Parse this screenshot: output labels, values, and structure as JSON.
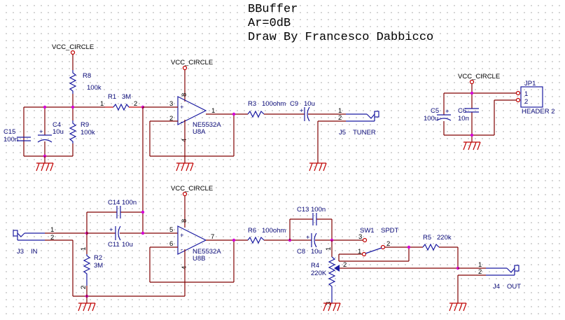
{
  "title": {
    "line1": "BBuffer",
    "line2": "Ar=0dB",
    "line3": "Draw By Francesco Dabbicco"
  },
  "power_net": "VCC_CIRCLE",
  "components": {
    "R8": {
      "ref": "R8",
      "value": "100k"
    },
    "R9": {
      "ref": "R9",
      "value": "100k"
    },
    "R1": {
      "ref": "R1",
      "value": "3M",
      "pin1": "1",
      "pin2": "2"
    },
    "C4": {
      "ref": "C4",
      "value": "10u"
    },
    "C15": {
      "ref": "C15",
      "value": "100n"
    },
    "U8A": {
      "ref": "U8A",
      "part": "NE5532A",
      "pin_plus": "3",
      "pin_minus": "2",
      "pin_out": "1",
      "pin_vcc": "8",
      "pin_gnd": "4"
    },
    "R3": {
      "ref": "R3",
      "value": "100ohm"
    },
    "C9": {
      "ref": "C9",
      "value": "10u"
    },
    "J5": {
      "ref": "J5",
      "value": "TUNER",
      "pin1": "1",
      "pin2": "2"
    },
    "C5": {
      "ref": "C5",
      "value": "100u"
    },
    "C6": {
      "ref": "C6",
      "value": "10n"
    },
    "JP1": {
      "ref": "JP1",
      "value": "HEADER 2",
      "pin1": "1",
      "pin2": "2"
    },
    "J3": {
      "ref": "J3",
      "value": "IN",
      "pin1": "1",
      "pin2": "2"
    },
    "C14": {
      "ref": "C14",
      "value": "100n"
    },
    "C11": {
      "ref": "C11",
      "value": "10u"
    },
    "R2": {
      "ref": "R2",
      "value": "3M",
      "pin1": "1",
      "pin2": "2"
    },
    "U8B": {
      "ref": "U8B",
      "part": "NE5532A",
      "pin_plus": "5",
      "pin_minus": "6",
      "pin_out": "7",
      "pin_vcc": "8",
      "pin_gnd": "4"
    },
    "R6": {
      "ref": "R6",
      "value": "100ohm"
    },
    "C13": {
      "ref": "C13",
      "value": "100n"
    },
    "C8": {
      "ref": "C8",
      "value": "10u"
    },
    "SW1": {
      "ref": "SW1",
      "value": "SPDT",
      "pin1": "1",
      "pin2": "2",
      "pin3": "3"
    },
    "R4": {
      "ref": "R4",
      "value": "220K",
      "pin1": "1",
      "pin2": "2",
      "pin3": "3"
    },
    "R5": {
      "ref": "R5",
      "value": "220k"
    },
    "J4": {
      "ref": "J4",
      "value": "OUT",
      "pin1": "1",
      "pin2": "2"
    }
  },
  "colors": {
    "wire": "#800000",
    "component": "#1a1aa0",
    "pin_stub": "#c00000",
    "junction": "#d400d4"
  }
}
